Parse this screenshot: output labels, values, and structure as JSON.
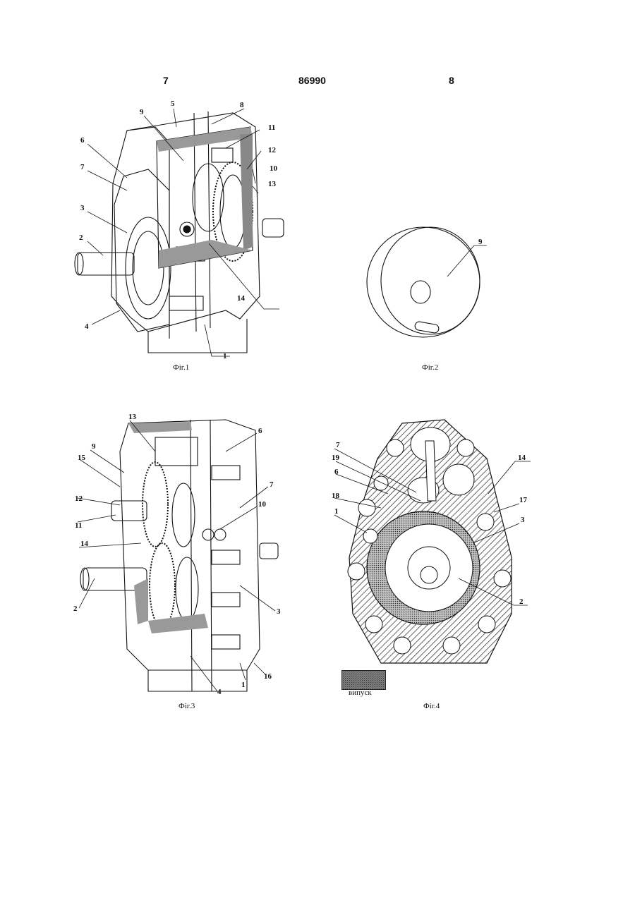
{
  "header": {
    "left_page": "7",
    "patent_number": "86990",
    "right_page": "8"
  },
  "figures": {
    "fig1": {
      "caption": "Фіг.1",
      "labels": [
        "1",
        "2",
        "3",
        "4",
        "5",
        "6",
        "7",
        "8",
        "9",
        "10",
        "11",
        "12",
        "13",
        "14"
      ]
    },
    "fig2": {
      "caption": "Фіг.2",
      "labels": [
        "9"
      ]
    },
    "fig3": {
      "caption": "Фіг.3",
      "labels": [
        "1",
        "2",
        "3",
        "4",
        "6",
        "7",
        "9",
        "10",
        "11",
        "12",
        "13",
        "14",
        "15",
        "16"
      ]
    },
    "fig4": {
      "caption": "Фіг.4",
      "labels": [
        "1",
        "2",
        "3",
        "6",
        "7",
        "14",
        "17",
        "18",
        "19"
      ],
      "legend_label": "випуск"
    }
  }
}
